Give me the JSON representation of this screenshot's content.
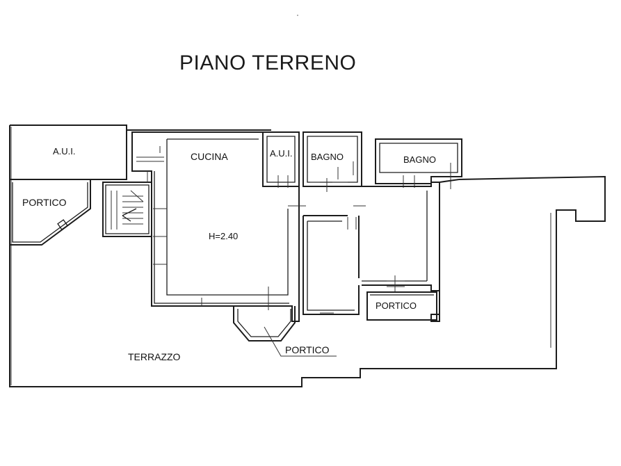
{
  "plan": {
    "title": "PIANO TERRENO",
    "rooms": {
      "aui_left": "A.U.I.",
      "portico_left": "PORTICO",
      "cucina": "CUCINA",
      "height_note": "H=2.40",
      "aui_center": "A.U.I.",
      "bagno_1": "BAGNO",
      "bagno_2": "BAGNO",
      "portico_right": "PORTICO",
      "portico_bottom": "PORTICO",
      "terrazzo": "TERRAZZO"
    }
  },
  "colors": {
    "line": "#1c1c1c",
    "background": "#ffffff"
  }
}
